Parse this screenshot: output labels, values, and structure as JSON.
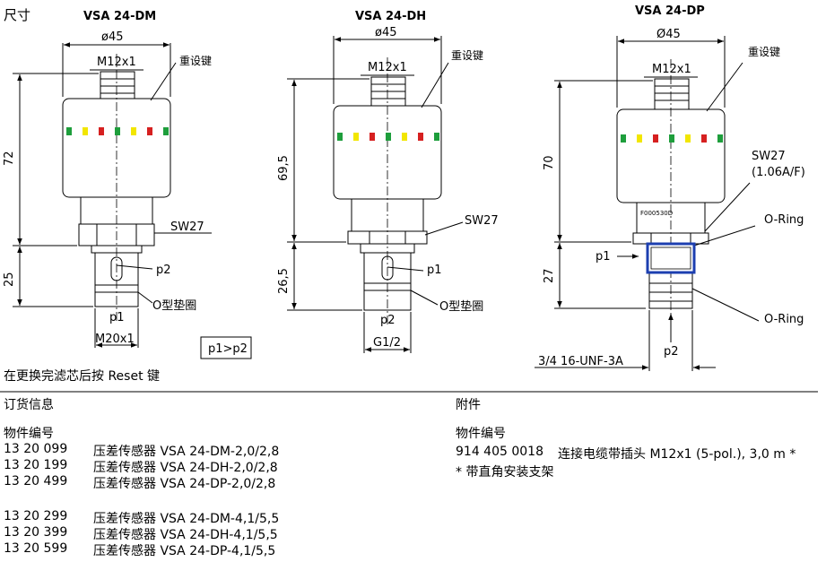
{
  "page": {
    "section_title": "尺寸",
    "reset_note": "在更换完滤芯后按 Reset 键"
  },
  "drawings": {
    "dm": {
      "title": "VSA 24-DM",
      "diameter": "ø45",
      "connector": "M12x1",
      "reset_key": "重设键",
      "dim_upper": "72",
      "dim_lower": "25",
      "wrench": "SW27",
      "p2": "p2",
      "p1": "p1",
      "oring": "O型垫圈",
      "thread": "M20x1"
    },
    "dh": {
      "title": "VSA 24-DH",
      "diameter": "ø45",
      "connector": "M12x1",
      "reset_key": "重设键",
      "dim_upper": "69,5",
      "dim_lower": "26,5",
      "wrench": "SW27",
      "p1": "p1",
      "p2": "p2",
      "oring": "O型垫圈",
      "thread": "G1/2"
    },
    "dp": {
      "title": "VSA 24-DP",
      "diameter": "Ø45",
      "connector": "M12x1",
      "reset_key": "重设键",
      "dim_upper": "70",
      "dim_lower": "27",
      "wrench": "SW27",
      "wrench_sub": "(1.06A/F)",
      "oring_top": "O-Ring",
      "oring_bottom": "O-Ring",
      "p1": "p1",
      "p2": "p2",
      "thread": "3/4 16-UNF-3A",
      "part_code": "F000530D"
    },
    "pressure_note": "p1>p2"
  },
  "ordering": {
    "heading": "订货信息",
    "part_no_label": "物件编号",
    "items": [
      {
        "code": "13 20 099",
        "desc": "压差传感器 VSA 24-DM-2,0/2,8"
      },
      {
        "code": "13 20 199",
        "desc": "压差传感器 VSA 24-DH-2,0/2,8"
      },
      {
        "code": "13 20 499",
        "desc": "压差传感器 VSA 24-DP-2,0/2,8"
      },
      {
        "code": "13 20 299",
        "desc": "压差传感器 VSA 24-DM-4,1/5,5"
      },
      {
        "code": "13 20 399",
        "desc": "压差传感器 VSA 24-DH-4,1/5,5"
      },
      {
        "code": "13 20 599",
        "desc": "压差传感器 VSA 24-DP-4,1/5,5"
      }
    ]
  },
  "accessories": {
    "heading": "附件",
    "part_no_label": "物件编号",
    "item_code": "914 405 0018",
    "item_desc": "连接电缆带插头 M12x1 (5-pol.), 3,0 m *",
    "footnote": "* 带直角安装支架"
  },
  "colors": {
    "led_green": "#1e9e3c",
    "led_yellow": "#f2e600",
    "led_red": "#d62020",
    "oring_blue": "#1d3fb0"
  }
}
